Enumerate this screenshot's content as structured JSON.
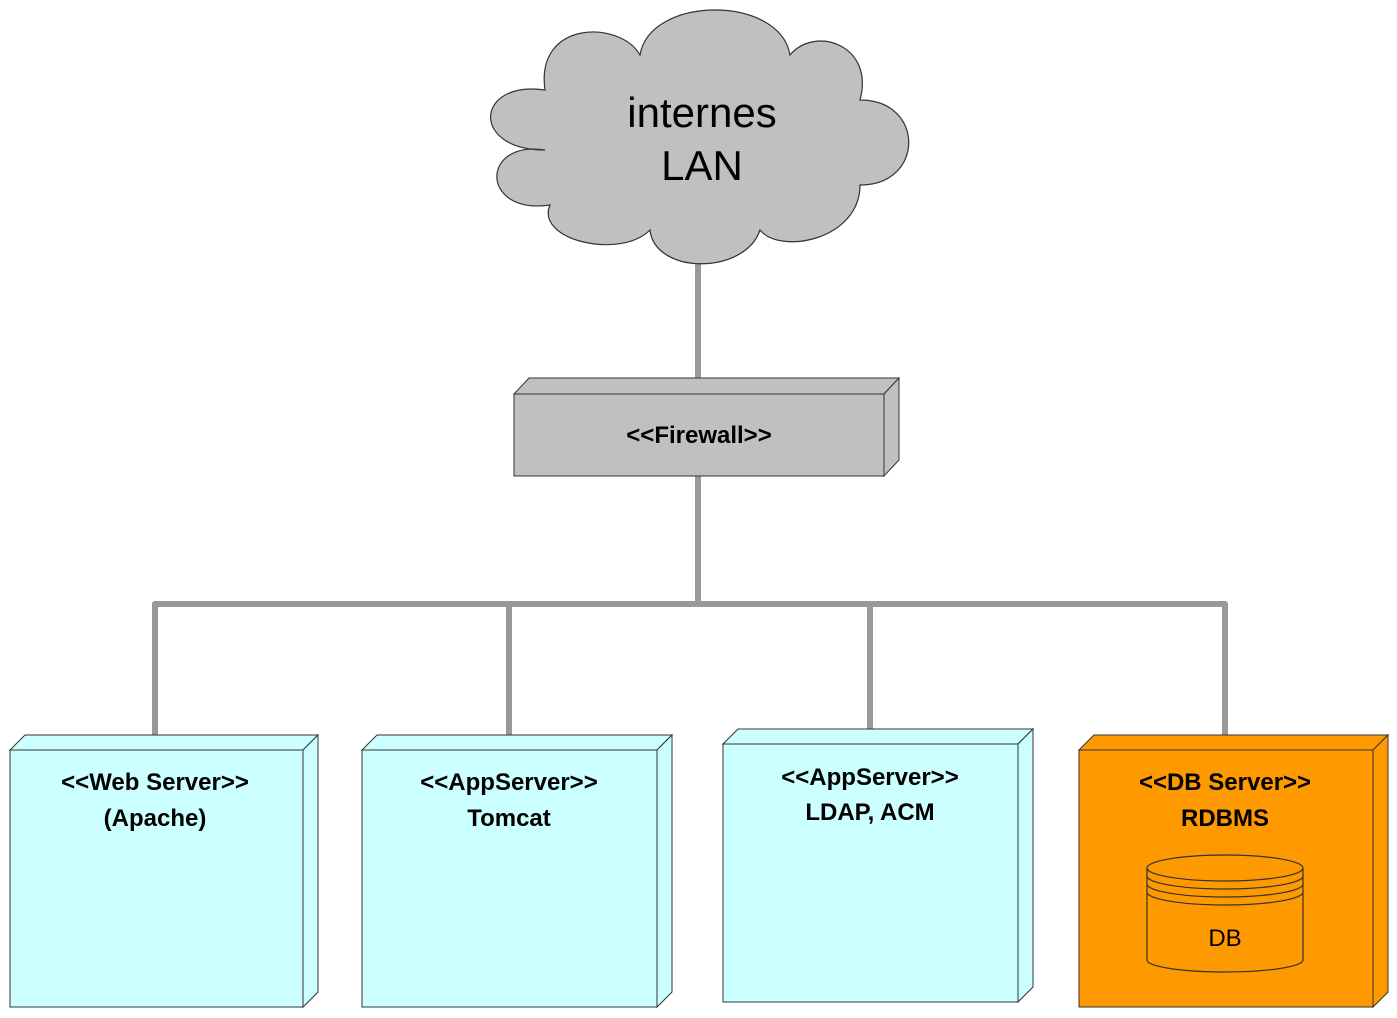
{
  "cloud": {
    "line1": "internes",
    "line2": "LAN"
  },
  "firewall": {
    "label": "<<Firewall>>"
  },
  "nodes": [
    {
      "stereotype": "<<Web Server>>",
      "name": "(Apache)"
    },
    {
      "stereotype": "<<AppServer>>",
      "name": "Tomcat"
    },
    {
      "stereotype": "<<AppServer>>",
      "name": "LDAP, ACM"
    },
    {
      "stereotype": "<<DB Server>>",
      "name": "RDBMS",
      "database_label": "DB"
    }
  ],
  "colors": {
    "cloud_fill": "#c0c0c0",
    "firewall_fill": "#c0c0c0",
    "node_fill": "#ccffff",
    "db_node_fill": "#ff9900",
    "connector": "#999999",
    "outline": "#333333"
  }
}
